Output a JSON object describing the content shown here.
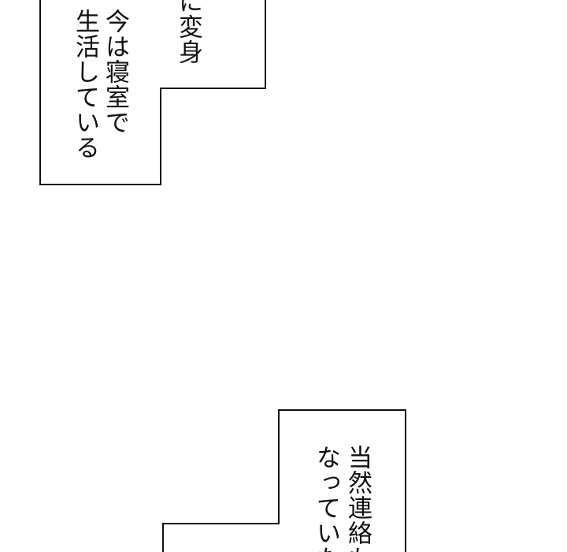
{
  "bubbles": [
    {
      "lines": [
        "に変身",
        "今は寝室で",
        "生活している"
      ]
    },
    {
      "lines": [
        "当然連絡も",
        "なっていた"
      ]
    }
  ]
}
